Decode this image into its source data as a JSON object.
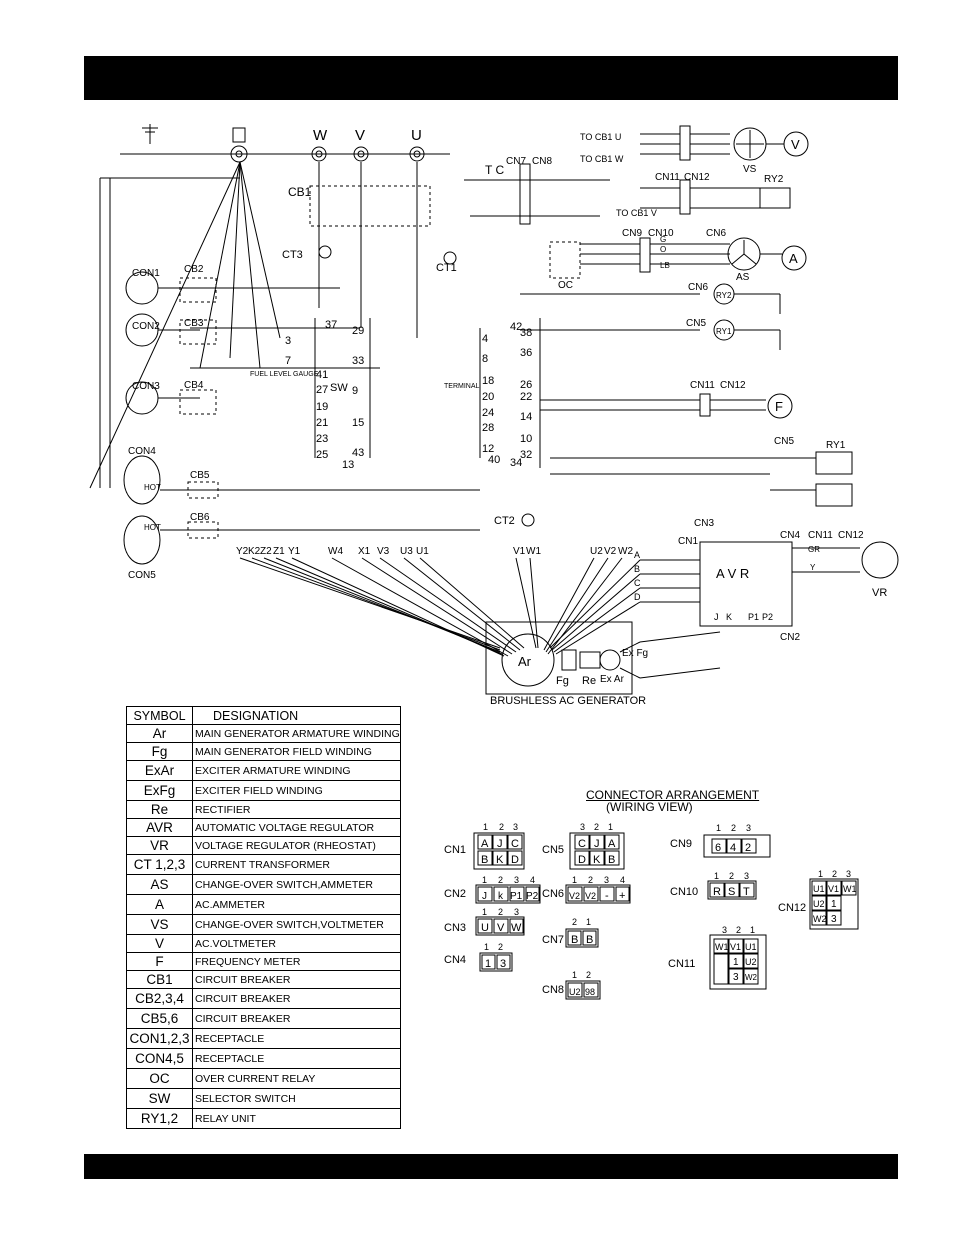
{
  "terminals_top": [
    "W",
    "V",
    "U"
  ],
  "schematic_labels": {
    "cb": [
      "CB1",
      "CB2",
      "CB3",
      "CB4",
      "CB5",
      "CB6"
    ],
    "con": [
      "CON1",
      "CON2",
      "CON3",
      "CON4",
      "CON5"
    ],
    "ct": [
      "CT1",
      "CT2",
      "CT3"
    ],
    "cn": [
      "CN1",
      "CN2",
      "CN3",
      "CN4",
      "CN5",
      "CN6",
      "CN7",
      "CN8",
      "CN9",
      "CN10",
      "CN11",
      "CN12"
    ],
    "to_cb1_u": "TO CB1  U",
    "to_cb1_w": "TO CB1  W",
    "to_cb1_v": "TO CB1  V",
    "sw": "SW",
    "avr": "A V R",
    "ar": "Ar",
    "fg": "Fg",
    "re": "Re",
    "exfg": "Ex Fg",
    "exar": "Ex Ar",
    "generator": "BRUSHLESS AC GENERATOR",
    "fuel_gauge": "FUEL LEVEL GAUGE",
    "hot": "HOT",
    "terminal": "TERMINAL",
    "meters": [
      "V",
      "A",
      "F"
    ],
    "vs": "VS",
    "as": "AS",
    "vr": "VR",
    "ry": [
      "RY1",
      "RY2"
    ],
    "oc": "OC",
    "tc": "T C",
    "sw_left_nums": [
      "37",
      "3",
      "7",
      "41",
      "27",
      "19",
      "21",
      "23",
      "25"
    ],
    "sw_mid_nums": [
      "29",
      "33",
      "9",
      "15",
      "43",
      "13"
    ],
    "sw_right_nums": [
      "4",
      "8",
      "18",
      "20",
      "24",
      "28",
      "12",
      "40"
    ],
    "sw_far_nums": [
      "42",
      "38",
      "36",
      "26",
      "22",
      "14",
      "10",
      "32",
      "34"
    ],
    "bottom_wires": [
      "Y2",
      "K2",
      "Z2",
      "Z1",
      "Y1",
      "W4",
      "X1",
      "V3",
      "U3",
      "U1"
    ],
    "right_wires": [
      "V1",
      "W1",
      "U2",
      "V2",
      "W2"
    ],
    "avr_inputs": [
      "A",
      "B",
      "C",
      "D"
    ],
    "avr_bottom": [
      "J",
      "K",
      "P1",
      "P2"
    ],
    "cn10_wires": [
      "G",
      "O",
      "LB"
    ],
    "cn11_vr": [
      "GR",
      "Y"
    ]
  },
  "legend": {
    "header_symbol": "SYMBOL",
    "header_designation": "DESIGNATION",
    "rows": [
      {
        "symbol": "Ar",
        "designation": "MAIN GENERATOR ARMATURE WINDING"
      },
      {
        "symbol": "Fg",
        "designation": "MAIN GENERATOR FIELD WINDING"
      },
      {
        "symbol": "ExAr",
        "designation": "EXCITER ARMATURE WINDING"
      },
      {
        "symbol": "ExFg",
        "designation": "EXCITER FIELD WINDING"
      },
      {
        "symbol": "Re",
        "designation": "RECTIFIER"
      },
      {
        "symbol": "AVR",
        "designation": "AUTOMATIC VOLTAGE REGULATOR"
      },
      {
        "symbol": "VR",
        "designation": "VOLTAGE REGULATOR (RHEOSTAT)"
      },
      {
        "symbol": "CT 1,2,3",
        "designation": "CURRENT TRANSFORMER"
      },
      {
        "symbol": "AS",
        "designation": "CHANGE-OVER SWITCH,AMMETER"
      },
      {
        "symbol": "A",
        "designation": "AC.AMMETER"
      },
      {
        "symbol": "VS",
        "designation": "CHANGE-OVER SWITCH,VOLTMETER"
      },
      {
        "symbol": "V",
        "designation": "AC.VOLTMETER"
      },
      {
        "symbol": "F",
        "designation": "FREQUENCY METER"
      },
      {
        "symbol": "CB1",
        "designation": "CIRCUIT BREAKER"
      },
      {
        "symbol": "CB2,3,4",
        "designation": "CIRCUIT BREAKER"
      },
      {
        "symbol": "CB5,6",
        "designation": "CIRCUIT BREAKER"
      },
      {
        "symbol": "CON1,2,3",
        "designation": "RECEPTACLE"
      },
      {
        "symbol": "CON4,5",
        "designation": "RECEPTACLE"
      },
      {
        "symbol": "OC",
        "designation": "OVER CURRENT RELAY"
      },
      {
        "symbol": "SW",
        "designation": "SELECTOR SWITCH"
      },
      {
        "symbol": "RY1,2",
        "designation": "RELAY UNIT"
      }
    ]
  },
  "connector_arrangement": {
    "title": "CONNECTOR ARRANGEMENT",
    "subtitle": "(WIRING VIEW)",
    "connectors": [
      {
        "name": "CN1",
        "pins": [
          "A",
          "J",
          "C",
          "B",
          "K",
          "D"
        ],
        "numbers": [
          "1",
          "2",
          "3"
        ]
      },
      {
        "name": "CN2",
        "pins": [
          "J",
          "k",
          "P1",
          "P2"
        ],
        "numbers": [
          "1",
          "2",
          "3",
          "4"
        ]
      },
      {
        "name": "CN3",
        "pins": [
          "U",
          "V",
          "W"
        ],
        "numbers": [
          "1",
          "2",
          "3"
        ]
      },
      {
        "name": "CN4",
        "pins": [
          "1",
          "3"
        ],
        "numbers": [
          "1",
          "2"
        ]
      },
      {
        "name": "CN5",
        "pins": [
          "C",
          "J",
          "A",
          "D",
          "K",
          "B"
        ],
        "numbers": [
          "3",
          "2",
          "1"
        ]
      },
      {
        "name": "CN6",
        "pins": [
          "V2",
          "V2",
          "-",
          "+"
        ],
        "numbers": [
          "1",
          "2",
          "3",
          "4"
        ]
      },
      {
        "name": "CN7",
        "pins": [
          "B",
          "B"
        ],
        "numbers": [
          "2",
          "1"
        ]
      },
      {
        "name": "CN8",
        "pins": [
          "U2",
          "98"
        ],
        "numbers": [
          "1",
          "2"
        ]
      },
      {
        "name": "CN9",
        "pins": [
          "6",
          "4",
          "2"
        ],
        "numbers": [
          "1",
          "2",
          "3"
        ]
      },
      {
        "name": "CN10",
        "pins": [
          "R",
          "S",
          "T"
        ],
        "numbers": [
          "1",
          "2",
          "3"
        ]
      },
      {
        "name": "CN11",
        "pins": [
          "W1",
          "V1",
          "U1",
          "1",
          "U2",
          "3",
          "W2"
        ],
        "numbers": [
          "3",
          "2",
          "1"
        ]
      },
      {
        "name": "CN12",
        "pins": [
          "U1",
          "V1",
          "W1",
          "U2",
          "1",
          "W2",
          "3"
        ],
        "numbers": [
          "1",
          "2",
          "3"
        ]
      }
    ]
  }
}
